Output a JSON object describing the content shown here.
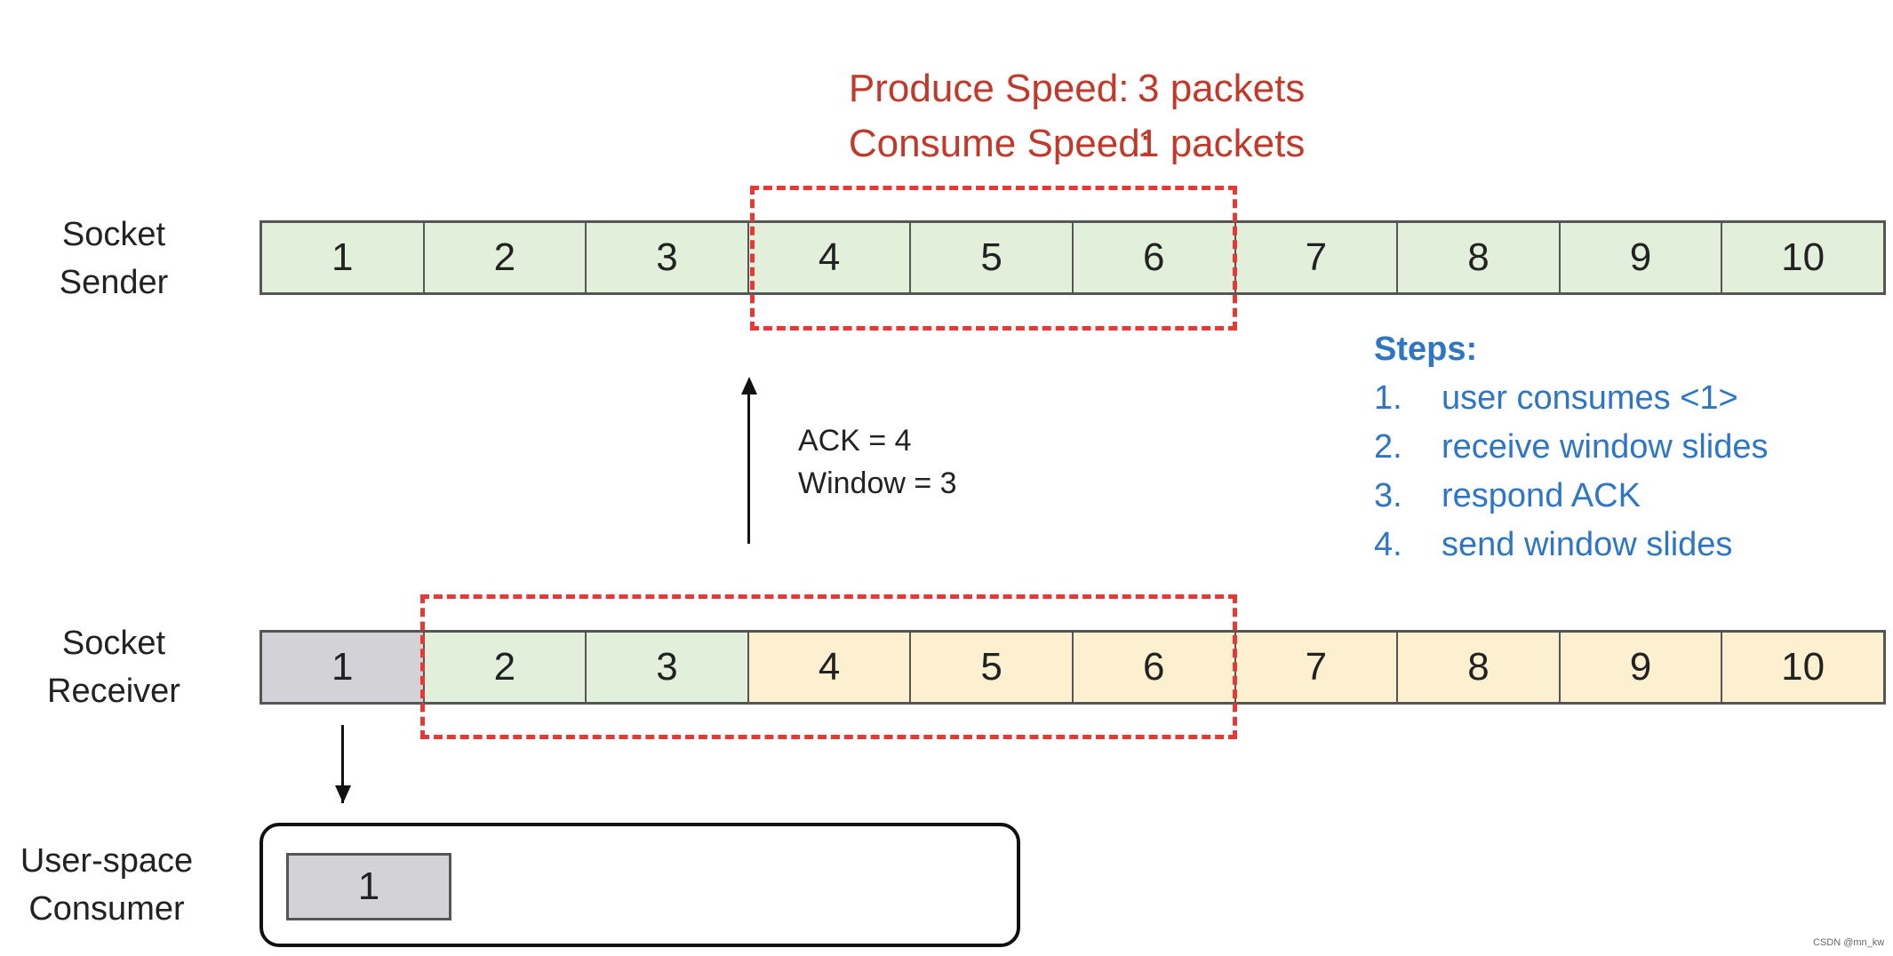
{
  "speeds": {
    "produce_label": "Produce Speed:",
    "produce_value": "3 packets",
    "consume_label": "Consume Speed:",
    "consume_value": "1 packets",
    "color": "#c0392b"
  },
  "sender": {
    "label_line1": "Socket",
    "label_line2": "Sender",
    "cells": [
      "1",
      "2",
      "3",
      "4",
      "5",
      "6",
      "7",
      "8",
      "9",
      "10"
    ]
  },
  "receiver": {
    "label_line1": "Socket",
    "label_line2": "Receiver",
    "cells": [
      "1",
      "2",
      "3",
      "4",
      "5",
      "6",
      "7",
      "8",
      "9",
      "10"
    ]
  },
  "ack": {
    "line1": "ACK = 4",
    "line2": "Window = 3"
  },
  "steps": {
    "title": "Steps:",
    "items": [
      {
        "num": "1.",
        "text": "user consumes <1>"
      },
      {
        "num": "2.",
        "text": "receive window slides"
      },
      {
        "num": "3.",
        "text": "respond ACK"
      },
      {
        "num": "4.",
        "text": "send window slides"
      }
    ],
    "color": "#2e75c6"
  },
  "consumer": {
    "label_line1": "User-space",
    "label_line2": "Consumer",
    "item": "1"
  },
  "colors": {
    "sent_green": "#e2efda",
    "pending_yellow": "#fdf0d1",
    "consumed_gray": "#d3d2d6",
    "window_red": "#e53935"
  },
  "watermark": "CSDN @mn_kw"
}
